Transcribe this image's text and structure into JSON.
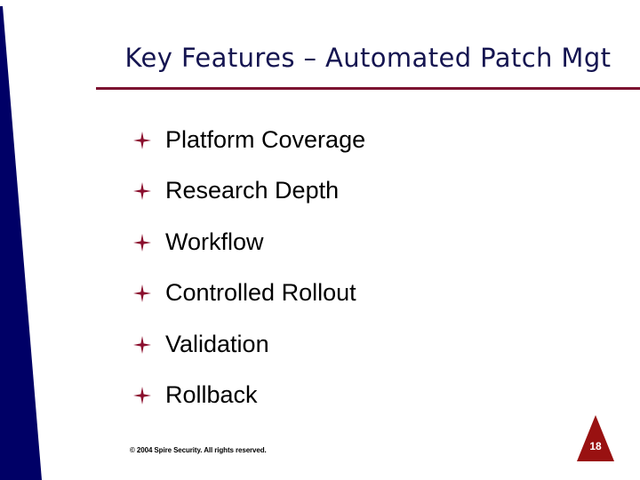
{
  "slide": {
    "title": "Key Features – Automated Patch Mgt",
    "bullets": [
      {
        "label": "Platform Coverage",
        "marker": "four-pointed-star-bullet-icon"
      },
      {
        "label": "Research Depth",
        "marker": "four-pointed-star-bullet-icon"
      },
      {
        "label": "Workflow",
        "marker": "four-pointed-star-bullet-icon"
      },
      {
        "label": "Controlled Rollout",
        "marker": "four-pointed-star-bullet-icon"
      },
      {
        "label": "Validation",
        "marker": "four-pointed-star-bullet-icon"
      },
      {
        "label": "Rollback",
        "marker": "four-pointed-star-bullet-icon"
      }
    ],
    "copyright": "© 2004 Spire Security. All rights reserved.",
    "page_number": "18",
    "decorations": {
      "left_wedge": "navy-wedge-decoration",
      "title_rule": "maroon-horizontal-rule",
      "page_badge": "red-triangle-page-badge"
    },
    "colors": {
      "title_navy": "#151551",
      "wedge_navy": "#000066",
      "rule_maroon": "#7c1230",
      "bullet_maroon": "#8b0f2e",
      "badge_red": "#991111",
      "body_black": "#000000",
      "background": "#ffffff",
      "page_number_text": "#ffffff"
    }
  }
}
